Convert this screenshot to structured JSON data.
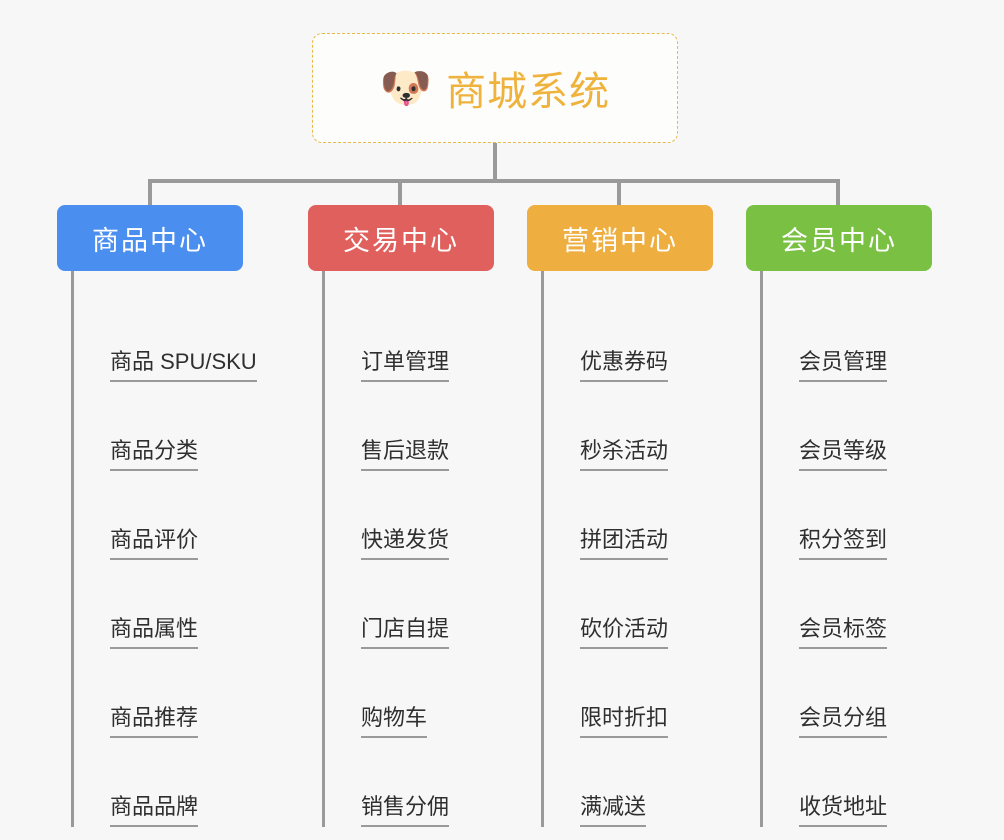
{
  "background_color": "#f7f7f7",
  "root": {
    "icon": "shiba-dog-face-emoji",
    "emoji": "🐶",
    "title": "商城系统",
    "title_color": "#efb33d",
    "border_color": "#e8b949"
  },
  "connector_color": "#9a9a9a",
  "columns": [
    {
      "id": "product-center",
      "title": "商品中心",
      "color": "#4a8ef0",
      "items": [
        "商品 SPU/SKU",
        "商品分类",
        "商品评价",
        "商品属性",
        "商品推荐",
        "商品品牌"
      ]
    },
    {
      "id": "trade-center",
      "title": "交易中心",
      "color": "#e0605e",
      "items": [
        "订单管理",
        "售后退款",
        "快递发货",
        "门店自提",
        "购物车",
        "销售分佣"
      ]
    },
    {
      "id": "marketing-center",
      "title": "营销中心",
      "color": "#eeae40",
      "items": [
        "优惠券码",
        "秒杀活动",
        "拼团活动",
        "砍价活动",
        "限时折扣",
        "满减送"
      ]
    },
    {
      "id": "member-center",
      "title": "会员中心",
      "color": "#7ac143",
      "items": [
        "会员管理",
        "会员等级",
        "积分签到",
        "会员标签",
        "会员分组",
        "收货地址"
      ]
    }
  ]
}
